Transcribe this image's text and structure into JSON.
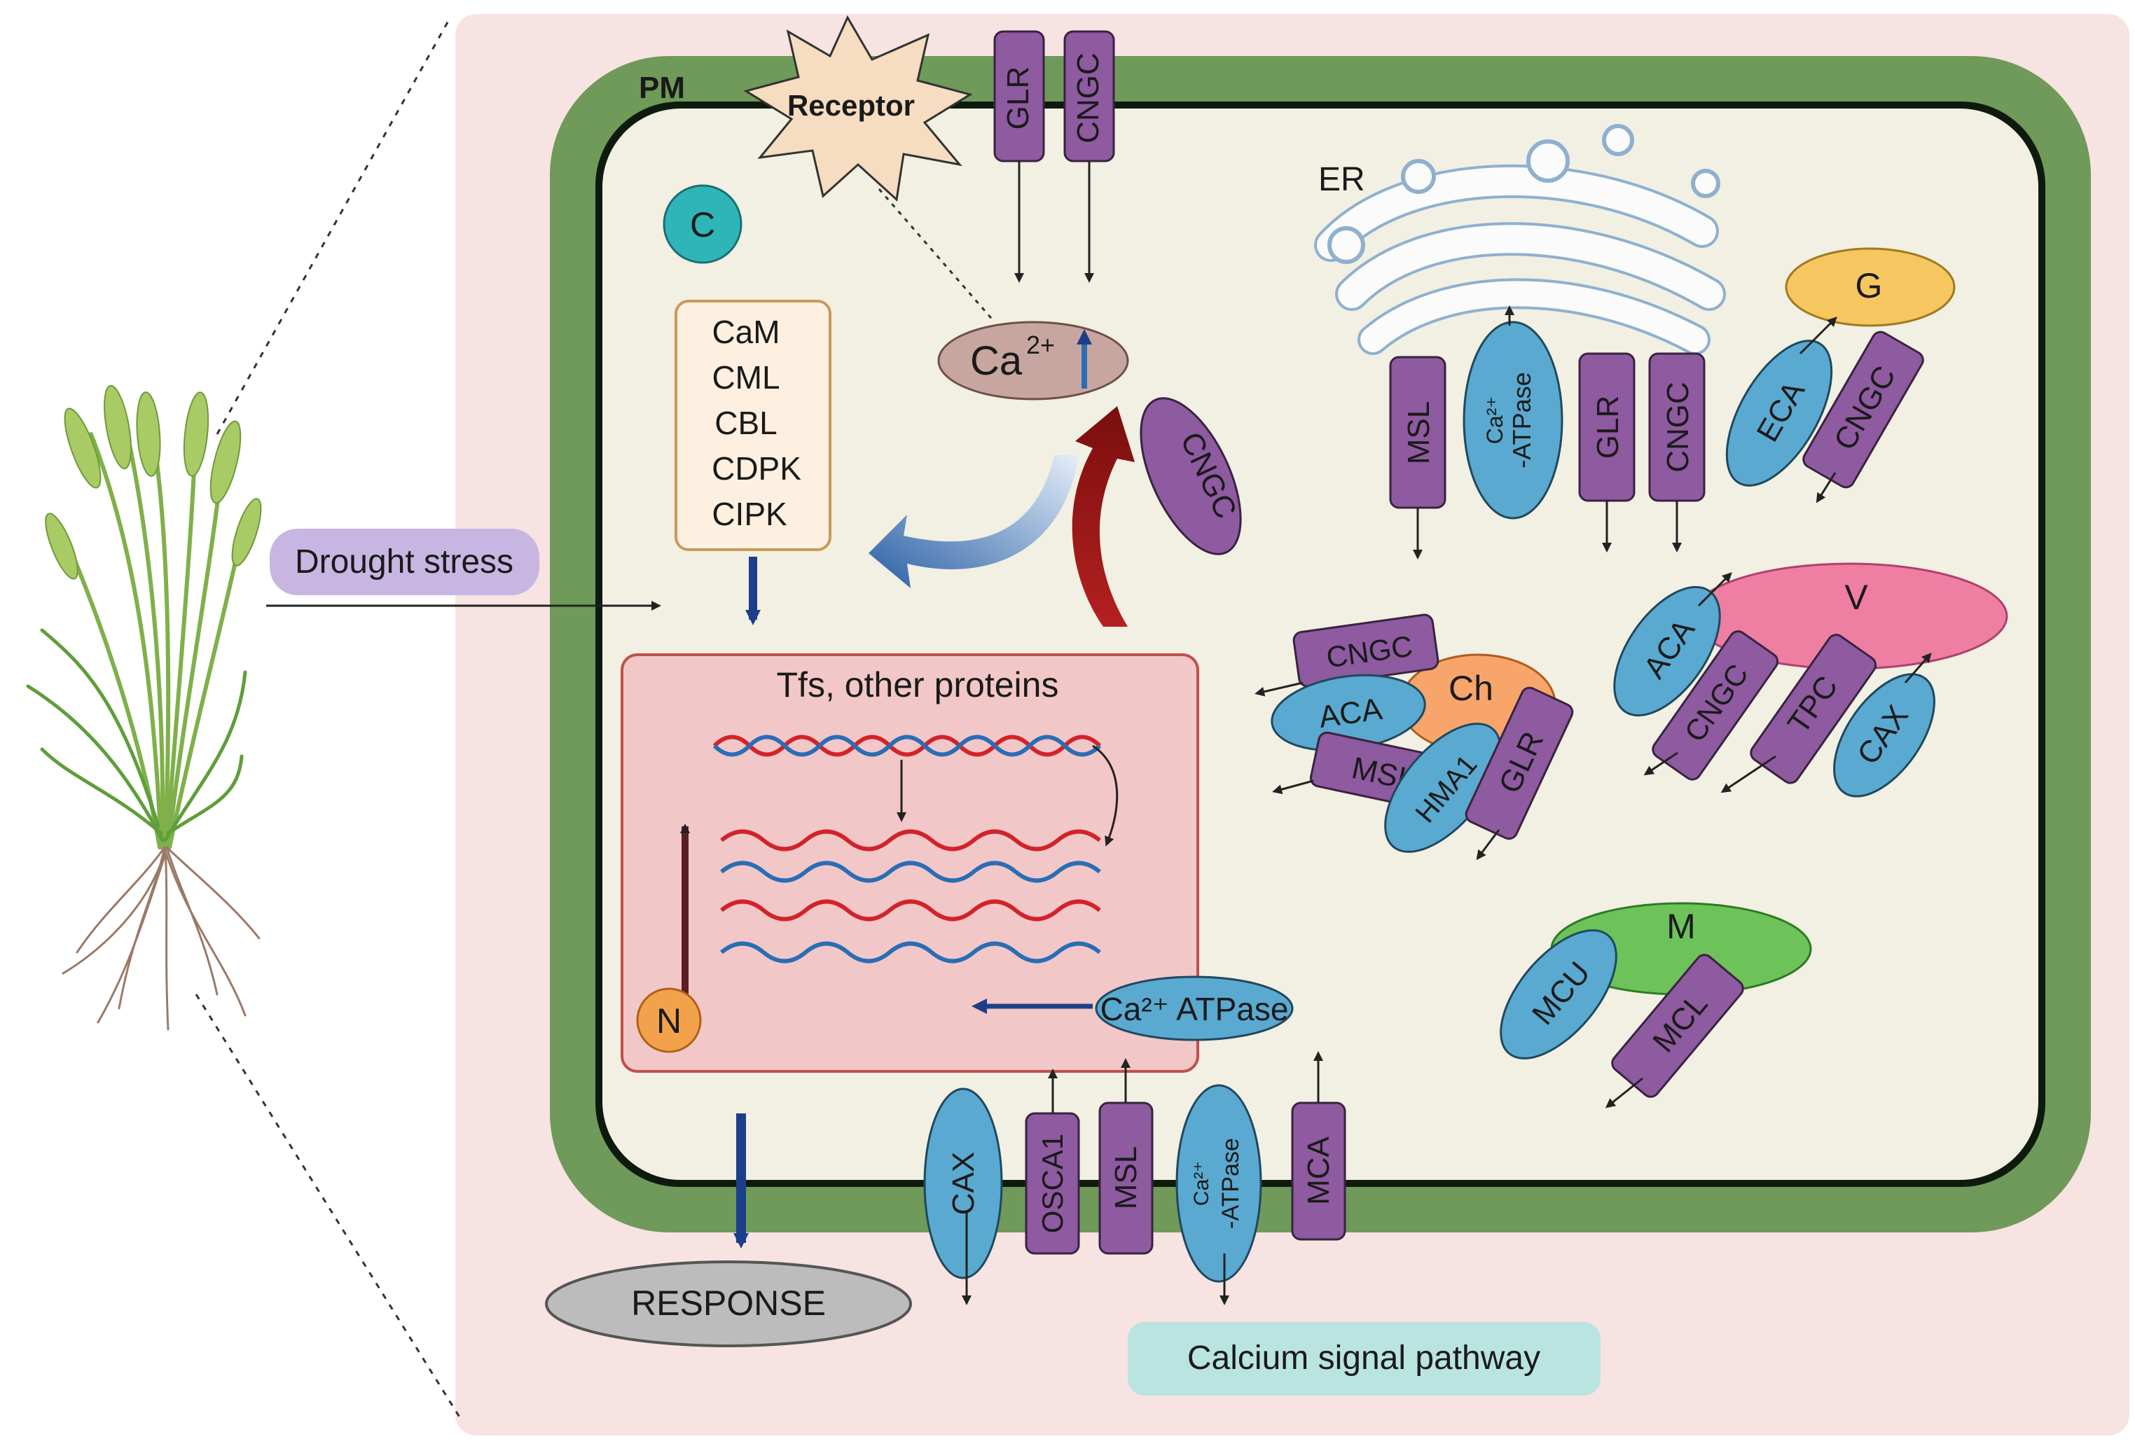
{
  "labels": {
    "pm": "PM",
    "receptor": "Receptor",
    "c": "C",
    "er": "ER",
    "g": "G",
    "v": "V",
    "ch": "Ch",
    "m": "M",
    "n": "N",
    "ca": "Ca",
    "ca_sup": "2+",
    "tfs": "Tfs, other proteins",
    "response": "RESPONSE",
    "drought": "Drought stress",
    "calcium_pathway": "Calcium signal pathway",
    "ca_atpase_horizontal": "Ca²⁺ ATPase",
    "ca_atpase_top": "Ca²⁺",
    "ca_atpase_bottom": "-ATPase"
  },
  "sensor_list": [
    "CaM",
    "CML",
    "CBL",
    "CDPK",
    "CIPK"
  ],
  "pm_top_channels": [
    "GLR",
    "CNGC"
  ],
  "cytosol_channel": "CNGC",
  "er_proteins": [
    "MSL",
    "GLR",
    "CNGC"
  ],
  "golgi_proteins": [
    "ECA",
    "CNGC"
  ],
  "vacuole_proteins": [
    "ACA",
    "CNGC",
    "TPC",
    "CAX"
  ],
  "chloroplast_proteins": [
    "CNGC",
    "ACA",
    "MSL",
    "HMA1",
    "GLR"
  ],
  "mito_proteins": [
    "MCU",
    "MCL"
  ],
  "pm_bottom_proteins": [
    "CAX",
    "OSCA1",
    "MSL",
    "MCA"
  ],
  "colors": {
    "background": "#f7e3e1",
    "cell_wall": "#6f9a5a",
    "cytoplasm": "#f1f0e2",
    "channel": "#8e5aa0",
    "pump": "#5aa9d0",
    "nucleus_box": "#f2c7c8",
    "dna_red": "#d2232a",
    "dna_blue": "#2a6db5"
  }
}
